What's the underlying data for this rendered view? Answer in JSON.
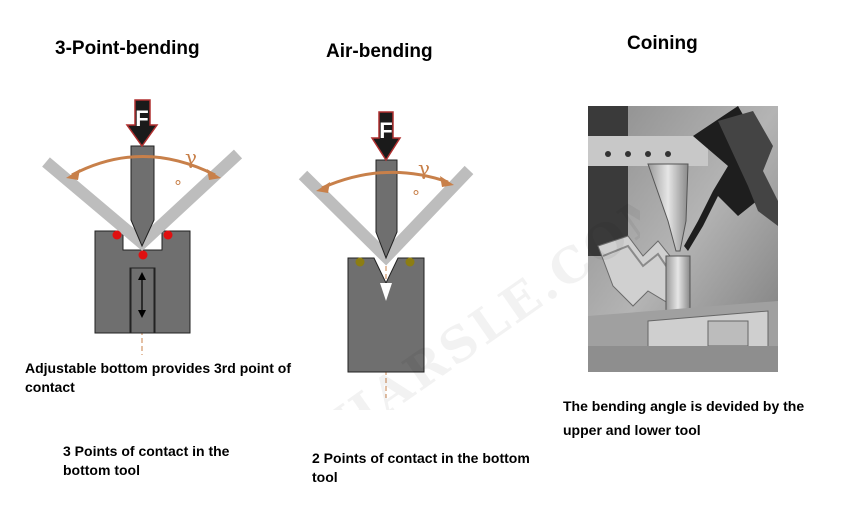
{
  "columns": [
    {
      "title": "3-Point-bending",
      "force_label": "F",
      "angle_symbol": "γ",
      "degree_symbol": "°",
      "note": "Adjustable bottom provides 3rd point of contact",
      "caption": "3 Points of contact in the bottom tool"
    },
    {
      "title": "Air-bending",
      "force_label": "F",
      "angle_symbol": "γ",
      "degree_symbol": "°",
      "caption": "2 Points of contact in the bottom tool"
    },
    {
      "title": "Coining",
      "caption": "The bending angle is devided by the upper and lower tool"
    }
  ],
  "watermark": "HARSLE.COM",
  "colors": {
    "tool_gray": "#6f6f6f",
    "sheet_gray": "#bdbdbd",
    "arrow_dark": "#1a1a1a",
    "arrow_outline": "#b03030",
    "angle_arc": "#c8804a",
    "contact_red": "#e01010",
    "contact_olive": "#8c7d12"
  }
}
